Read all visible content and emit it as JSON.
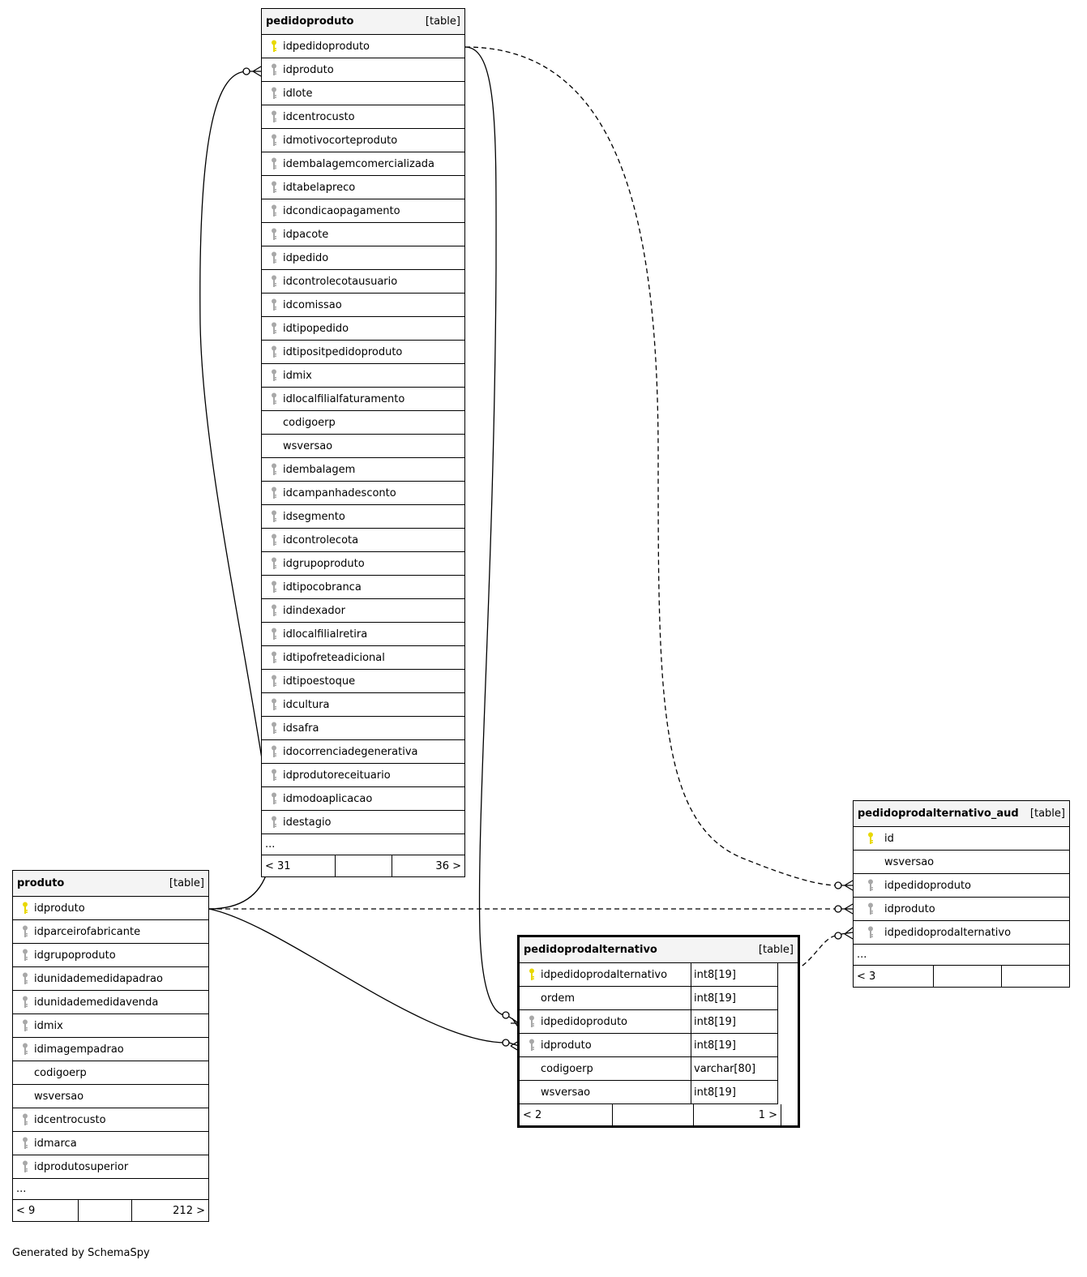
{
  "tables": {
    "pedidoproduto": {
      "name": "pedidoproduto",
      "type": "[table]",
      "columns": [
        {
          "name": "idpedidoproduto",
          "key": "primary"
        },
        {
          "name": "idproduto",
          "key": "foreign"
        },
        {
          "name": "idlote",
          "key": "foreign"
        },
        {
          "name": "idcentrocusto",
          "key": "foreign"
        },
        {
          "name": "idmotivocorteproduto",
          "key": "foreign"
        },
        {
          "name": "idembalagemcomercializada",
          "key": "foreign"
        },
        {
          "name": "idtabelapreco",
          "key": "foreign"
        },
        {
          "name": "idcondicaopagamento",
          "key": "foreign"
        },
        {
          "name": "idpacote",
          "key": "foreign"
        },
        {
          "name": "idpedido",
          "key": "foreign"
        },
        {
          "name": "idcontrolecotausuario",
          "key": "foreign"
        },
        {
          "name": "idcomissao",
          "key": "foreign"
        },
        {
          "name": "idtipopedido",
          "key": "foreign"
        },
        {
          "name": "idtipositpedidoproduto",
          "key": "foreign"
        },
        {
          "name": "idmix",
          "key": "foreign"
        },
        {
          "name": "idlocalfilialfaturamento",
          "key": "foreign"
        },
        {
          "name": "codigoerp",
          "key": "none"
        },
        {
          "name": "wsversao",
          "key": "none"
        },
        {
          "name": "idembalagem",
          "key": "foreign"
        },
        {
          "name": "idcampanhadesconto",
          "key": "foreign"
        },
        {
          "name": "idsegmento",
          "key": "foreign"
        },
        {
          "name": "idcontrolecota",
          "key": "foreign"
        },
        {
          "name": "idgrupoproduto",
          "key": "foreign"
        },
        {
          "name": "idtipocobranca",
          "key": "foreign"
        },
        {
          "name": "idindexador",
          "key": "foreign"
        },
        {
          "name": "idlocalfilialretira",
          "key": "foreign"
        },
        {
          "name": "idtipofreteadicional",
          "key": "foreign"
        },
        {
          "name": "idtipoestoque",
          "key": "foreign"
        },
        {
          "name": "idcultura",
          "key": "foreign"
        },
        {
          "name": "idsafra",
          "key": "foreign"
        },
        {
          "name": "idocorrenciadegenerativa",
          "key": "foreign"
        },
        {
          "name": "idprodutoreceituario",
          "key": "foreign"
        },
        {
          "name": "idmodoaplicacao",
          "key": "foreign"
        },
        {
          "name": "idestagio",
          "key": "foreign"
        }
      ],
      "ellipsis": "...",
      "footer_left": "< 31",
      "footer_right": "36 >"
    },
    "produto": {
      "name": "produto",
      "type": "[table]",
      "columns": [
        {
          "name": "idproduto",
          "key": "primary"
        },
        {
          "name": "idparceirofabricante",
          "key": "foreign"
        },
        {
          "name": "idgrupoproduto",
          "key": "foreign"
        },
        {
          "name": "idunidademedidapadrao",
          "key": "foreign"
        },
        {
          "name": "idunidademedidavenda",
          "key": "foreign"
        },
        {
          "name": "idmix",
          "key": "foreign"
        },
        {
          "name": "idimagempadrao",
          "key": "foreign"
        },
        {
          "name": "codigoerp",
          "key": "none"
        },
        {
          "name": "wsversao",
          "key": "none"
        },
        {
          "name": "idcentrocusto",
          "key": "foreign"
        },
        {
          "name": "idmarca",
          "key": "foreign"
        },
        {
          "name": "idprodutosuperior",
          "key": "foreign"
        }
      ],
      "ellipsis": "...",
      "footer_left": "< 9",
      "footer_right": "212 >"
    },
    "pedidoprodalternativo": {
      "name": "pedidoprodalternativo",
      "type": "[table]",
      "columns": [
        {
          "name": "idpedidoprodalternativo",
          "key": "primary",
          "type": "int8[19]"
        },
        {
          "name": "ordem",
          "key": "none",
          "type": "int8[19]"
        },
        {
          "name": "idpedidoproduto",
          "key": "foreign",
          "type": "int8[19]"
        },
        {
          "name": "idproduto",
          "key": "foreign",
          "type": "int8[19]"
        },
        {
          "name": "codigoerp",
          "key": "none",
          "type": "varchar[80]"
        },
        {
          "name": "wsversao",
          "key": "none",
          "type": "int8[19]"
        }
      ],
      "footer_left": "< 2",
      "footer_right": "1 >"
    },
    "pedidoprodalternativo_aud": {
      "name": "pedidoprodalternativo_aud",
      "type": "[table]",
      "columns": [
        {
          "name": "id",
          "key": "primary"
        },
        {
          "name": "wsversao",
          "key": "none"
        },
        {
          "name": "idpedidoproduto",
          "key": "foreign"
        },
        {
          "name": "idproduto",
          "key": "foreign"
        },
        {
          "name": "idpedidoprodalternativo",
          "key": "foreign"
        }
      ],
      "ellipsis": "...",
      "footer_left": "< 3",
      "footer_right": ""
    }
  },
  "colors": {
    "primary_key": "#e8d800",
    "foreign_key": "#a8a8a8",
    "line": "#000000",
    "header_bg": "#f4f4f4"
  },
  "credit": "Generated by SchemaSpy"
}
